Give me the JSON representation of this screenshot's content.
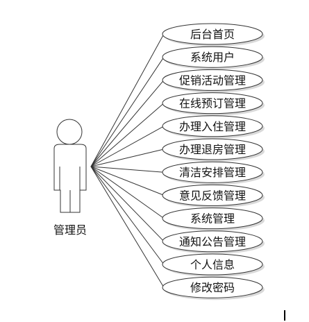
{
  "actor": {
    "name": "管理员"
  },
  "use_cases": [
    {
      "label": "后台首页"
    },
    {
      "label": "系统用户"
    },
    {
      "label": "促销活动管理"
    },
    {
      "label": "在线预订管理"
    },
    {
      "label": "办理入住管理"
    },
    {
      "label": "办理退房管理"
    },
    {
      "label": "清洁安排管理"
    },
    {
      "label": "意见反馈管理"
    },
    {
      "label": "系统管理"
    },
    {
      "label": "通知公告管理"
    },
    {
      "label": "个人信息"
    },
    {
      "label": "修改密码"
    }
  ]
}
